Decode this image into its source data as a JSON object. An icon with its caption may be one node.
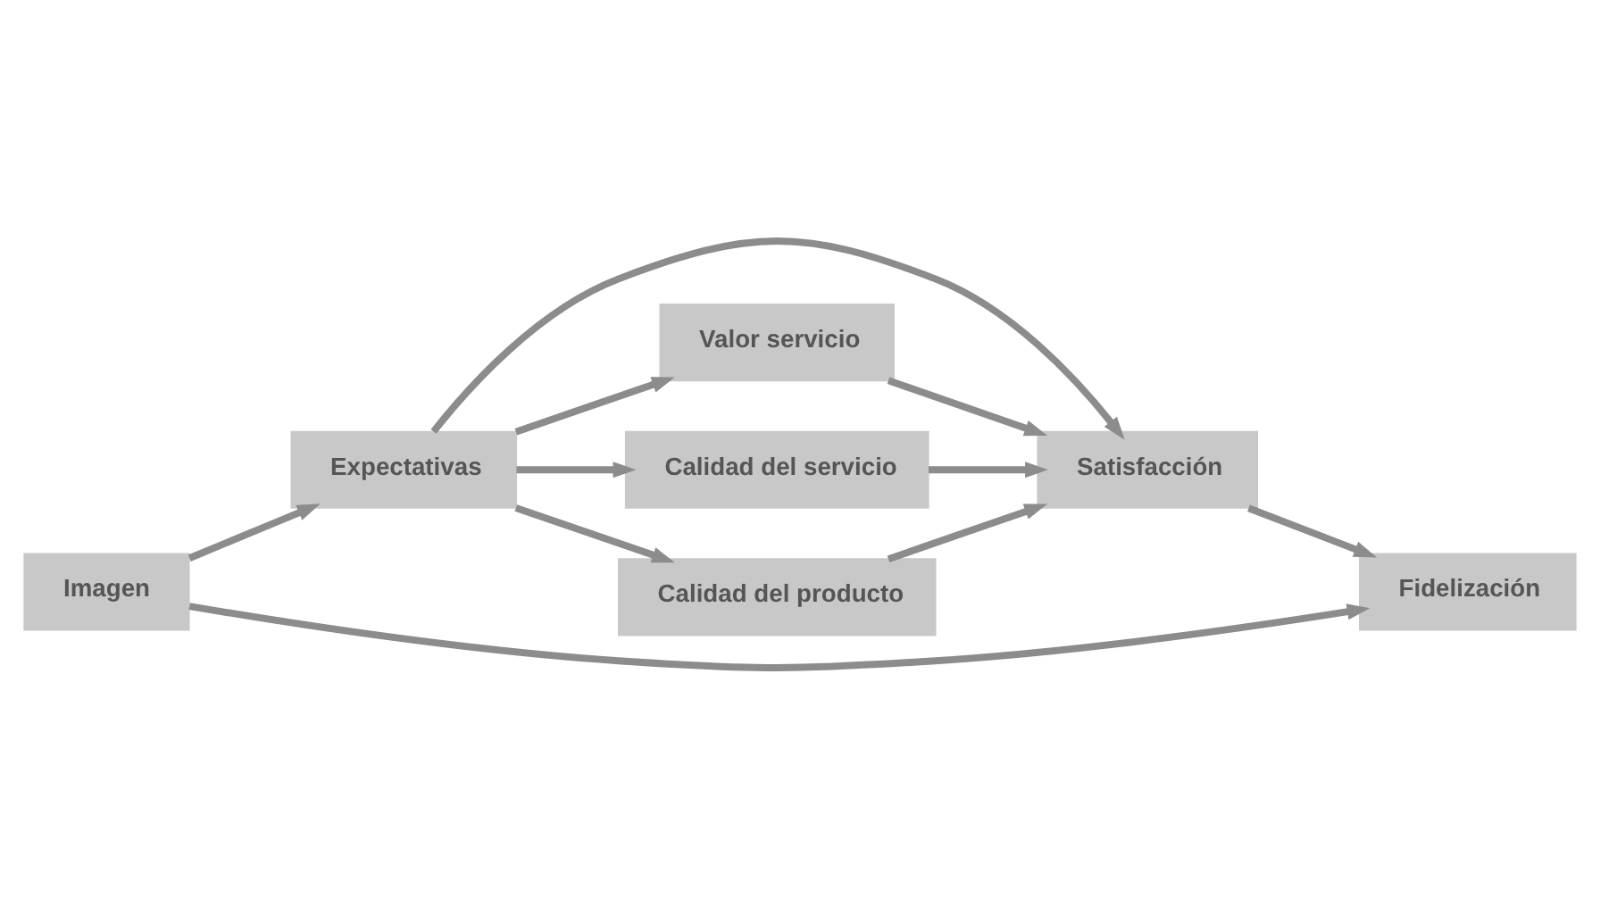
{
  "diagram": {
    "nodes": [
      {
        "text": [
          "Imagen"
        ]
      },
      {
        "text": [
          "Expectativas"
        ]
      },
      {
        "text": [
          "Satisfacción"
        ]
      },
      {
        "text": [
          "Fidelización"
        ]
      },
      {
        "text": [
          "Valor servicio"
        ]
      },
      {
        "text": [
          "Calidad del servicio"
        ]
      },
      {
        "text": [
          "Calidad del producto"
        ]
      }
    ],
    "edges": [
      {
        "from": 0,
        "to": 1,
        "arrow": "to"
      },
      {
        "from": 0,
        "to": 3,
        "arrow": "to"
      },
      {
        "from": 1,
        "to": 2,
        "arrow": "to"
      },
      {
        "from": 2,
        "to": 3,
        "arrow": "to"
      },
      {
        "from": 1,
        "to": 4,
        "arrow": "to"
      },
      {
        "from": 1,
        "to": 5,
        "arrow": "to"
      },
      {
        "from": 1,
        "to": 6,
        "arrow": "to"
      },
      {
        "from": 4,
        "to": 2,
        "arrow": "to"
      },
      {
        "from": 5,
        "to": 2,
        "arrow": "to"
      },
      {
        "from": 6,
        "to": 2,
        "arrow": "to"
      }
    ]
  }
}
